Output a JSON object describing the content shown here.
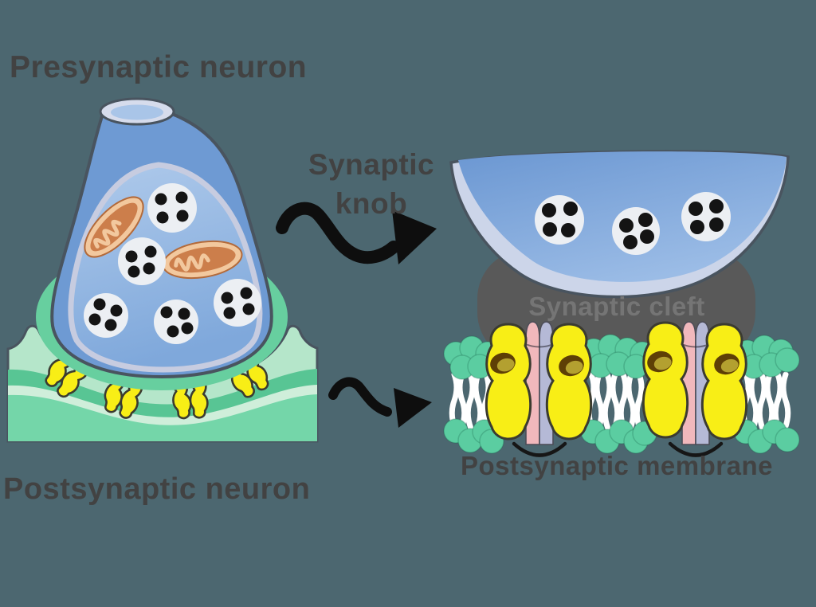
{
  "labels": {
    "presynaptic_neuron": "Presynaptic neuron",
    "synaptic_knob": "Synaptic knob",
    "synaptic_cleft": "Synaptic cleft",
    "postsynaptic_membrane": "Postsynaptic membrane",
    "postsynaptic_neuron": "Postsynaptic neuron"
  },
  "colors": {
    "background": "#4C6770",
    "label_text": "#424242",
    "cleft_text": "#757575",
    "outline_dark": "#49545F",
    "flask_blue": "#6E9AD3",
    "knob_halo_green": "#67CF9F",
    "rim_light": "#D6DCEC",
    "mouth_blue": "#A9C5E8",
    "inner_top": "#AFCAEB",
    "inner_bottom": "#7FA8DB",
    "inner_border": "#C7CCE0",
    "vesicle_fill": "#ECEFF3",
    "dot_black": "#141414",
    "mito_outer": "#F2C89E",
    "mito_inner": "#CC7E4B",
    "mito_outline": "#B36A3A",
    "green_band_light": "#B5E6CA",
    "green_band_mid": "#58C594",
    "green_band_light2": "#CFEEDA",
    "green_body": "#74D6A9",
    "receptor_yellow": "#F8EE16",
    "receptor_outline": "#3B3B30",
    "crescent_rim": "#CCD5E9",
    "crescent_blue_dark": "#6B97D2",
    "crescent_blue_light": "#9BBCE6",
    "cleft_gray": "#595959",
    "head_teal": "#5BCDA1",
    "tail_white": "#FFFFFF",
    "channel_pink": "#F1B8BC",
    "channel_lavender": "#B5B9D6",
    "hole_brown": "#5E3F06",
    "hole_olive": "#B3A030",
    "arrow_black": "#0E0E0E"
  },
  "figure": {
    "type": "biology-diagram",
    "subject": "Chemical synapse: presynaptic knob, synaptic cleft and postsynaptic membrane",
    "left_panel": {
      "synaptic_knob_vesicles": 5,
      "vesicle_dots_each": 4,
      "mitochondria": 2,
      "postsynaptic_receptor_pairs": 4
    },
    "right_panel": {
      "knob_vesicles": 3,
      "vesicle_dots_each": 4,
      "membrane_receptor_proteins": 4,
      "ion_channels": 2,
      "bilayer": "phospholipid heads (teal) with white tails"
    },
    "arrows": 2
  }
}
